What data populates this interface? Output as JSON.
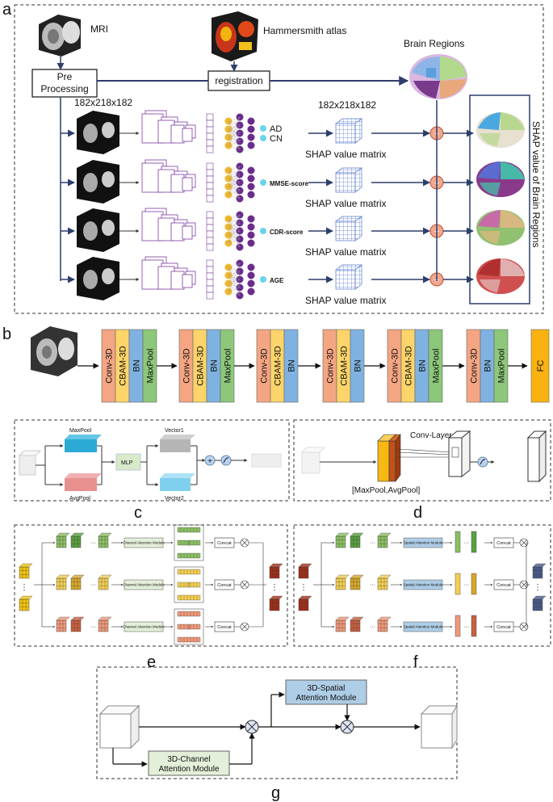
{
  "panels": {
    "a": "a",
    "b": "b",
    "c": "c",
    "d": "d",
    "e": "e",
    "f": "f",
    "g": "g"
  },
  "a": {
    "mri": "MRI",
    "atlas": "Hammersmith atlas",
    "pre_line1": "Pre",
    "pre_line2": "Processing",
    "registration": "registration",
    "brain_regions": "Brain Regions",
    "dims_left": "182x218x182",
    "dims_right": "182x218x182",
    "shap_matrix": "SHAP value matrix",
    "shap_brain": "SHAP value of Brain Regions",
    "outputs": [
      "AD",
      "CN",
      "MMSE-score",
      "CDR-score",
      "AGE"
    ],
    "plus": "+"
  },
  "b": {
    "blocks": [
      [
        "Conv-3D",
        "CBAM-3D",
        "BN",
        "MaxPool"
      ],
      [
        "Conv-3D",
        "CBAM-3D",
        "BN",
        "MaxPool"
      ],
      [
        "Conv-3D",
        "CBAM-3D",
        "BN"
      ],
      [
        "Conv-3D",
        "CBAM-3D",
        "BN"
      ],
      [
        "Conv-3D",
        "CBAM-3D",
        "BN",
        "MaxPool"
      ],
      [
        "Conv-3D",
        "BN",
        "MaxPool"
      ]
    ],
    "fc": "FC",
    "colors": {
      "Conv-3D": "#f4a582",
      "CBAM-3D": "#fdd46a",
      "BN": "#7fb2e0",
      "MaxPool": "#8cc77a",
      "FC": "#f9b20f"
    }
  },
  "c": {
    "maxpool": "MaxPool",
    "avgpool": "AvgPool",
    "mlp": "MLP",
    "vector1": "Vector1",
    "vector2": "Vector2"
  },
  "d": {
    "conv_layer": "Conv-Layer",
    "pool": "[MaxPool,AvgPool]"
  },
  "e": {
    "module": "Channel Attention Module",
    "concat": "Concat"
  },
  "f": {
    "module": "Spatial Attention Module",
    "concat": "Concat"
  },
  "g": {
    "spatial": [
      "3D-Spatial",
      "Attention Module"
    ],
    "channel": [
      "3D-Channel",
      "Attention Module"
    ]
  }
}
